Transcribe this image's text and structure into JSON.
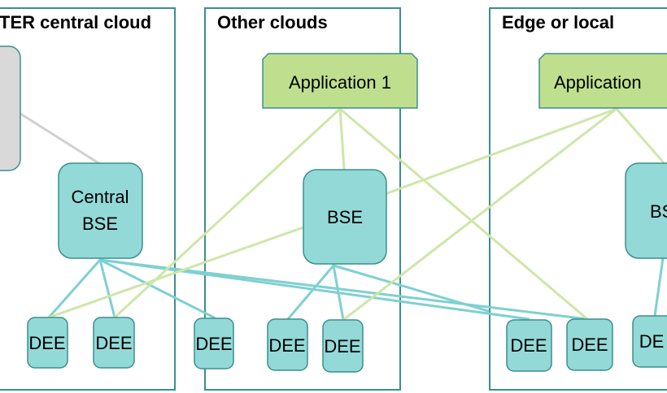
{
  "containers": [
    {
      "title": "TER central cloud"
    },
    {
      "title": "Other clouds"
    },
    {
      "title": "Edge or local"
    }
  ],
  "applications": [
    {
      "label": "Application 1"
    },
    {
      "label": "Application"
    }
  ],
  "bse_nodes": [
    {
      "line1": "Central",
      "line2": "BSE"
    },
    {
      "label": "BSE"
    },
    {
      "label": "BS"
    }
  ],
  "dee_nodes": [
    "DEE",
    "DEE",
    "DEE",
    "DEE",
    "DEE",
    "DEE",
    "DEE",
    "DE"
  ],
  "colors": {
    "container_border": "#3a8f8c",
    "bse_fill": "#93d9d8",
    "app_fill": "#bfdf8f",
    "app_link": "#cfe6a8",
    "dee_link": "#7fd0d2",
    "gray_node": "#d9d9d9"
  }
}
